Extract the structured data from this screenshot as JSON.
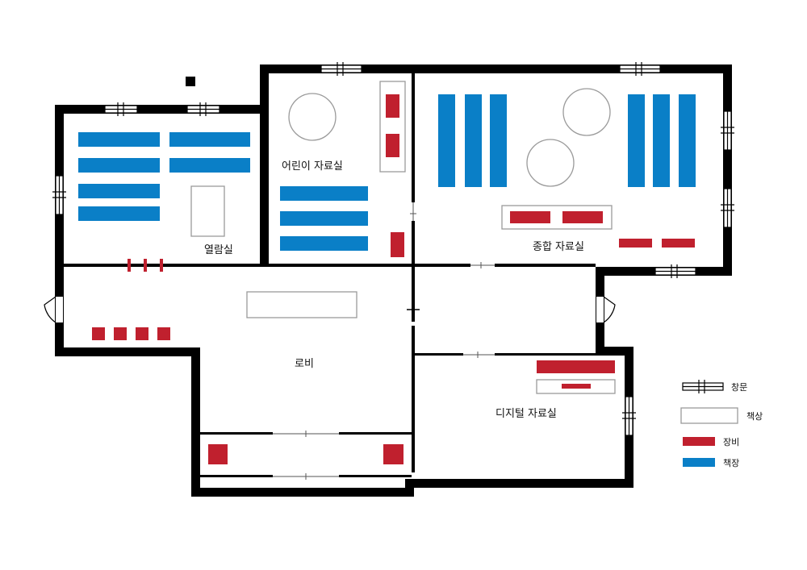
{
  "rooms": {
    "reading_room": "열람실",
    "children_room": "어린이 자료실",
    "general_room": "종합 자료실",
    "lobby": "로비",
    "digital_room": "디지털 자료실"
  },
  "legend": {
    "window": "창문",
    "desk": "책상",
    "equipment": "장비",
    "bookshelf": "책장"
  },
  "colors": {
    "wall": "#000000",
    "bookshelf": "#0a7fc7",
    "equipment": "#c0202e",
    "desk_stroke": "#9a9a9a",
    "background": "#ffffff"
  }
}
